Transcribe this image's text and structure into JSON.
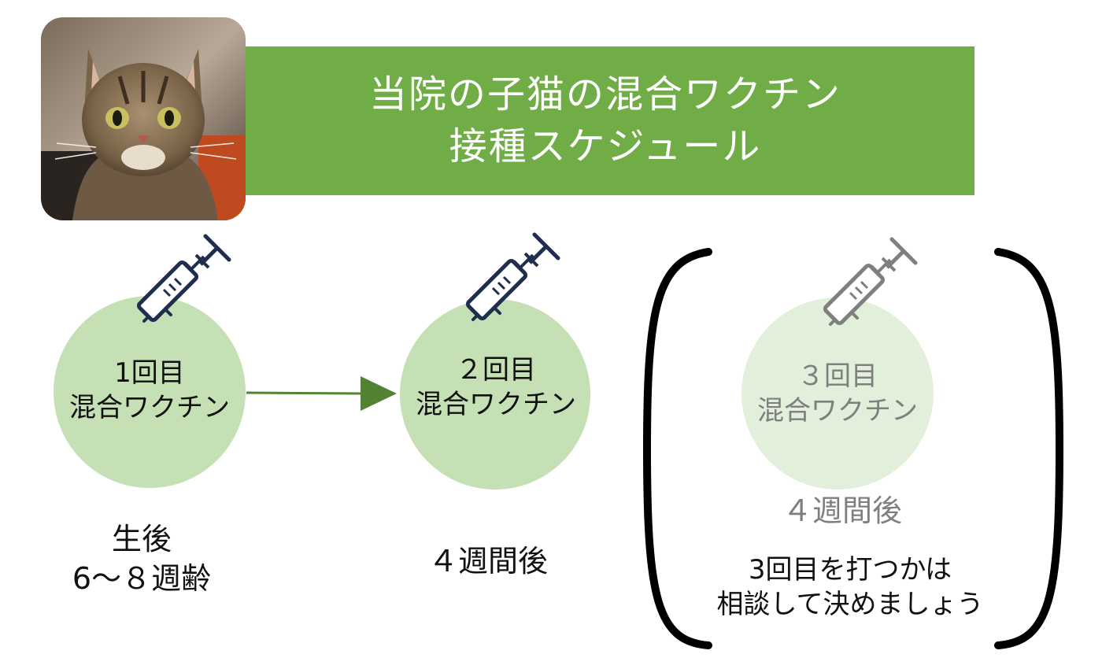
{
  "title": {
    "line1": "当院の子猫の混合ワクチン",
    "line2": "接種スケジュール"
  },
  "steps": [
    {
      "circle_line1": "1回目",
      "circle_line2": "混合ワクチン",
      "timing_line1": "生後",
      "timing_line2": "6～８週齢"
    },
    {
      "circle_line1": "２回目",
      "circle_line2": "混合ワクチン",
      "timing": "４週間後"
    },
    {
      "circle_line1": "３回目",
      "circle_line2": "混合ワクチン",
      "timing": "４週間後",
      "note_line1": "3回目を打つかは",
      "note_line2": "相談して決めましょう"
    }
  ],
  "colors": {
    "banner": "#70ad47",
    "circle": "#c5e0b4",
    "circle_optional": "#e2efda",
    "arrow": "#548235",
    "syringe": "#1f2d4f",
    "syringe_optional": "#7f7f7f",
    "muted_text": "#7f7f7f"
  },
  "icons": [
    "cat-photo",
    "syringe-icon",
    "arrow-right",
    "bracket"
  ]
}
